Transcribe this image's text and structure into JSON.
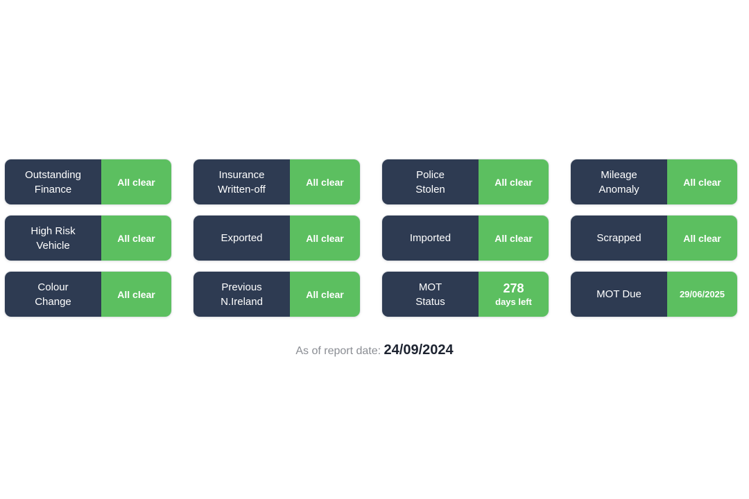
{
  "cards": [
    {
      "label": "Outstanding\nFinance",
      "status": "All clear"
    },
    {
      "label": "Insurance\nWritten-off",
      "status": "All clear"
    },
    {
      "label": "Police\nStolen",
      "status": "All clear"
    },
    {
      "label": "Mileage\nAnomaly",
      "status": "All clear"
    },
    {
      "label": "High Risk\nVehicle",
      "status": "All clear"
    },
    {
      "label": "Exported",
      "status": "All clear"
    },
    {
      "label": "Imported",
      "status": "All clear"
    },
    {
      "label": "Scrapped",
      "status": "All clear"
    },
    {
      "label": "Colour\nChange",
      "status": "All clear"
    },
    {
      "label": "Previous\nN.Ireland",
      "status": "All clear"
    },
    {
      "label": "MOT\nStatus",
      "status_value": "278",
      "status_sub": "days left"
    },
    {
      "label": "MOT Due",
      "status": "29/06/2025"
    }
  ],
  "report": {
    "label": "As of report date:",
    "date": "24/09/2024"
  },
  "colors": {
    "label_bg": "#2e3b52",
    "clear_bg": "#5cbf60"
  }
}
